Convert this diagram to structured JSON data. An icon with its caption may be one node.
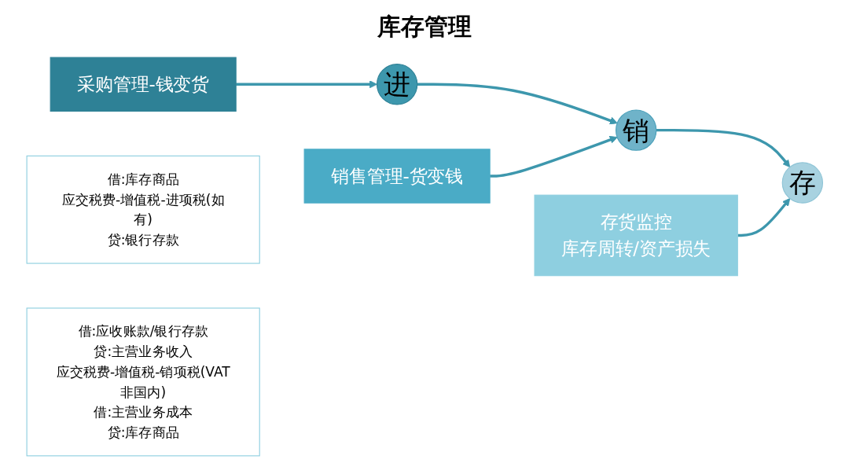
{
  "diagram": {
    "title": "库存管理",
    "nodes": [
      {
        "text": [
          "进"
        ]
      },
      {
        "text": [
          "销"
        ]
      },
      {
        "text": [
          "存"
        ]
      },
      {
        "text": [
          "采购管理-钱变货"
        ]
      },
      {
        "text": [
          "借:库存商品",
          "应交税费-增值税-进项税(如有)",
          "贷:银行存款"
        ]
      },
      {
        "text": [
          "销售管理-货变钱"
        ]
      },
      {
        "text": [
          "借:应收账款/银行存款",
          "贷:主营业务收入",
          "应交税费-增值税-销项税(VAT非国内)",
          "借:主营业务成本",
          "贷:库存商品"
        ]
      },
      {
        "text": [
          "存货监控",
          "库存周转/资产损失"
        ]
      }
    ],
    "edges": [
      {
        "from": 0,
        "to": 1,
        "arrow": "to"
      },
      {
        "from": 1,
        "to": 2,
        "arrow": "to"
      },
      {
        "from": 3,
        "to": 0,
        "arrow": "to"
      },
      {
        "from": 5,
        "to": 1,
        "arrow": "to"
      },
      {
        "from": 7,
        "to": 2,
        "arrow": "to"
      }
    ]
  }
}
